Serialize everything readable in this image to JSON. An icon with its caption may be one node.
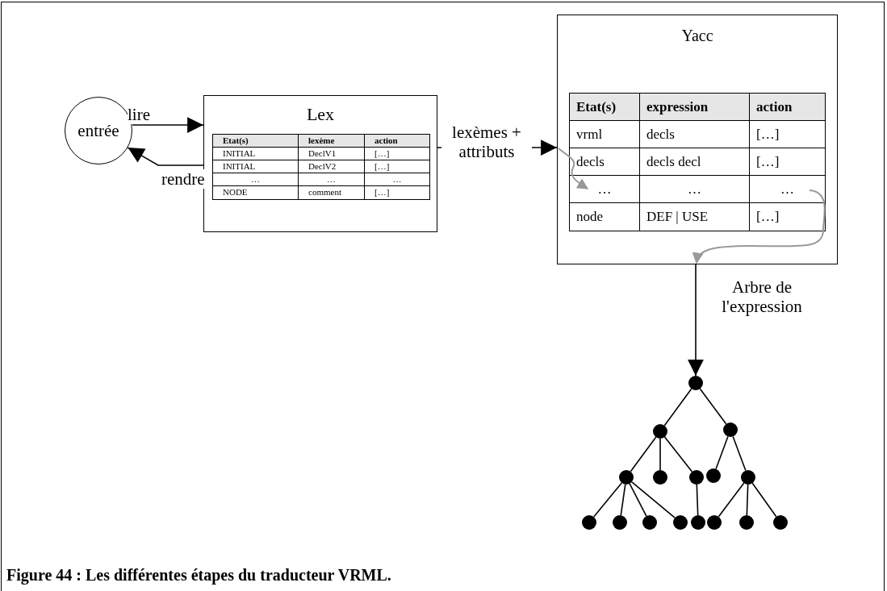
{
  "diagram": {
    "caption": "Figure 44 : Les différentes étapes du traducteur VRML.",
    "nodes": [
      {
        "text": [
          "entrée"
        ]
      },
      {
        "text": [
          "Lex"
        ]
      },
      {
        "text": [
          "Yacc"
        ]
      },
      {
        "text": [],
        "shape": "circle"
      },
      {
        "text": [],
        "shape": "circle"
      },
      {
        "text": [],
        "shape": "circle"
      },
      {
        "text": [],
        "shape": "circle"
      },
      {
        "text": [],
        "shape": "circle"
      },
      {
        "text": [],
        "shape": "circle"
      },
      {
        "text": [],
        "shape": "circle"
      },
      {
        "text": [],
        "shape": "circle"
      },
      {
        "text": [],
        "shape": "circle"
      },
      {
        "text": [],
        "shape": "circle"
      },
      {
        "text": [],
        "shape": "circle"
      },
      {
        "text": [],
        "shape": "circle"
      },
      {
        "text": [],
        "shape": "circle"
      },
      {
        "text": [],
        "shape": "circle"
      },
      {
        "text": [],
        "shape": "circle"
      },
      {
        "text": [],
        "shape": "circle"
      }
    ],
    "edges": [
      {
        "from": 0,
        "to": 1,
        "arrow": "to",
        "label": "lire"
      },
      {
        "from": 1,
        "to": 0,
        "arrow": "to",
        "label": "rendre"
      },
      {
        "from": 1,
        "to": 2,
        "arrow": "to",
        "label": "lexèmes + attributs"
      },
      {
        "from": 2,
        "to": 3,
        "arrow": "to",
        "label": "Arbre de l'expression"
      },
      {
        "from": 3,
        "to": 4,
        "arrow": "none"
      },
      {
        "from": 3,
        "to": 5,
        "arrow": "none"
      },
      {
        "from": 4,
        "to": 6,
        "arrow": "none"
      },
      {
        "from": 4,
        "to": 7,
        "arrow": "none"
      },
      {
        "from": 4,
        "to": 8,
        "arrow": "none"
      },
      {
        "from": 5,
        "to": 9,
        "arrow": "none"
      },
      {
        "from": 5,
        "to": 10,
        "arrow": "none"
      },
      {
        "from": 6,
        "to": 11,
        "arrow": "none"
      },
      {
        "from": 6,
        "to": 12,
        "arrow": "none"
      },
      {
        "from": 6,
        "to": 13,
        "arrow": "none"
      },
      {
        "from": 6,
        "to": 14,
        "arrow": "none"
      },
      {
        "from": 8,
        "to": 15,
        "arrow": "none"
      },
      {
        "from": 10,
        "to": 16,
        "arrow": "none"
      },
      {
        "from": 10,
        "to": 17,
        "arrow": "none"
      },
      {
        "from": 10,
        "to": 18,
        "arrow": "none"
      }
    ],
    "labels": [
      "Etat(s)",
      "lexème",
      "action",
      "INITIAL",
      "DeclV1",
      "[…]",
      "INITIAL",
      "DeclV2",
      "[…]",
      "…",
      "…",
      "…",
      "NODE",
      "comment",
      "[…]",
      "Etat(s)",
      "expression",
      "action",
      "vrml",
      "decls",
      "[…]",
      "decls",
      "decls decl",
      "[…]",
      "…",
      "…",
      "…",
      "node",
      "DEF | USE",
      "[…]"
    ]
  }
}
